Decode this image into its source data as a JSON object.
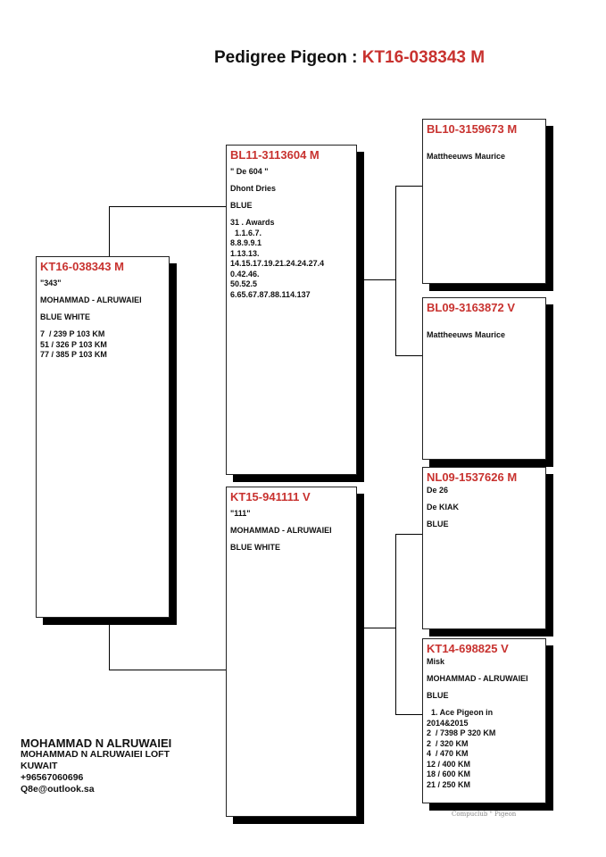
{
  "title": {
    "prefix": "Pedigree Pigeon : ",
    "ring": "KT16-038343 M"
  },
  "pigeons": {
    "subject": {
      "ring": "KT16-038343 M",
      "name": "\"343\"",
      "owner": "MOHAMMAD - ALRUWAIEI",
      "color": "BLUE WHITE",
      "results": "7  / 239 P 103 KM\n51 / 326 P 103 KM\n77 / 385 P 103 KM"
    },
    "sire": {
      "ring": "BL11-3113604 M",
      "name": "\" De 604 \"",
      "owner": "Dhont Dries",
      "color": "BLUE",
      "results": "31 . Awards\n  1.1.6.7.\n8.8.9.9.1\n1.13.13.\n14.15.17.19.21.24.24.27.4\n0.42.46.\n50.52.5\n6.65.67.87.88.114.137"
    },
    "dam": {
      "ring": "KT15-941111 V",
      "name": "\"111\"",
      "owner": "MOHAMMAD - ALRUWAIEI",
      "color": "BLUE WHITE"
    },
    "sire_sire": {
      "ring": "BL10-3159673 M",
      "owner": "Mattheeuws Maurice"
    },
    "sire_dam": {
      "ring": "BL09-3163872 V",
      "owner": "Mattheeuws Maurice"
    },
    "dam_sire": {
      "ring": "NL09-1537626 M",
      "name": "De 26",
      "owner": "De KIAK",
      "color": "BLUE"
    },
    "dam_dam": {
      "ring": "KT14-698825 V",
      "name": "Misk",
      "owner": "MOHAMMAD - ALRUWAIEI",
      "color": "BLUE",
      "results": "  1. Ace Pigeon in\n2014&2015\n2  / 7398 P 320 KM\n2  / 320 KM\n4  / 470 KM\n12 / 400 KM\n18 / 600 KM\n21 / 250 KM"
    }
  },
  "footer": {
    "name": "MOHAMMAD N ALRUWAIEI",
    "loft": "MOHAMMAD N ALRUWAIEI LOFT",
    "country": "KUWAIT",
    "phone": "+96567060696",
    "email": "Q8e@outlook.sa"
  },
  "brand": "Compuclub \" Pigeon",
  "colors": {
    "ring": "#c8322f"
  }
}
